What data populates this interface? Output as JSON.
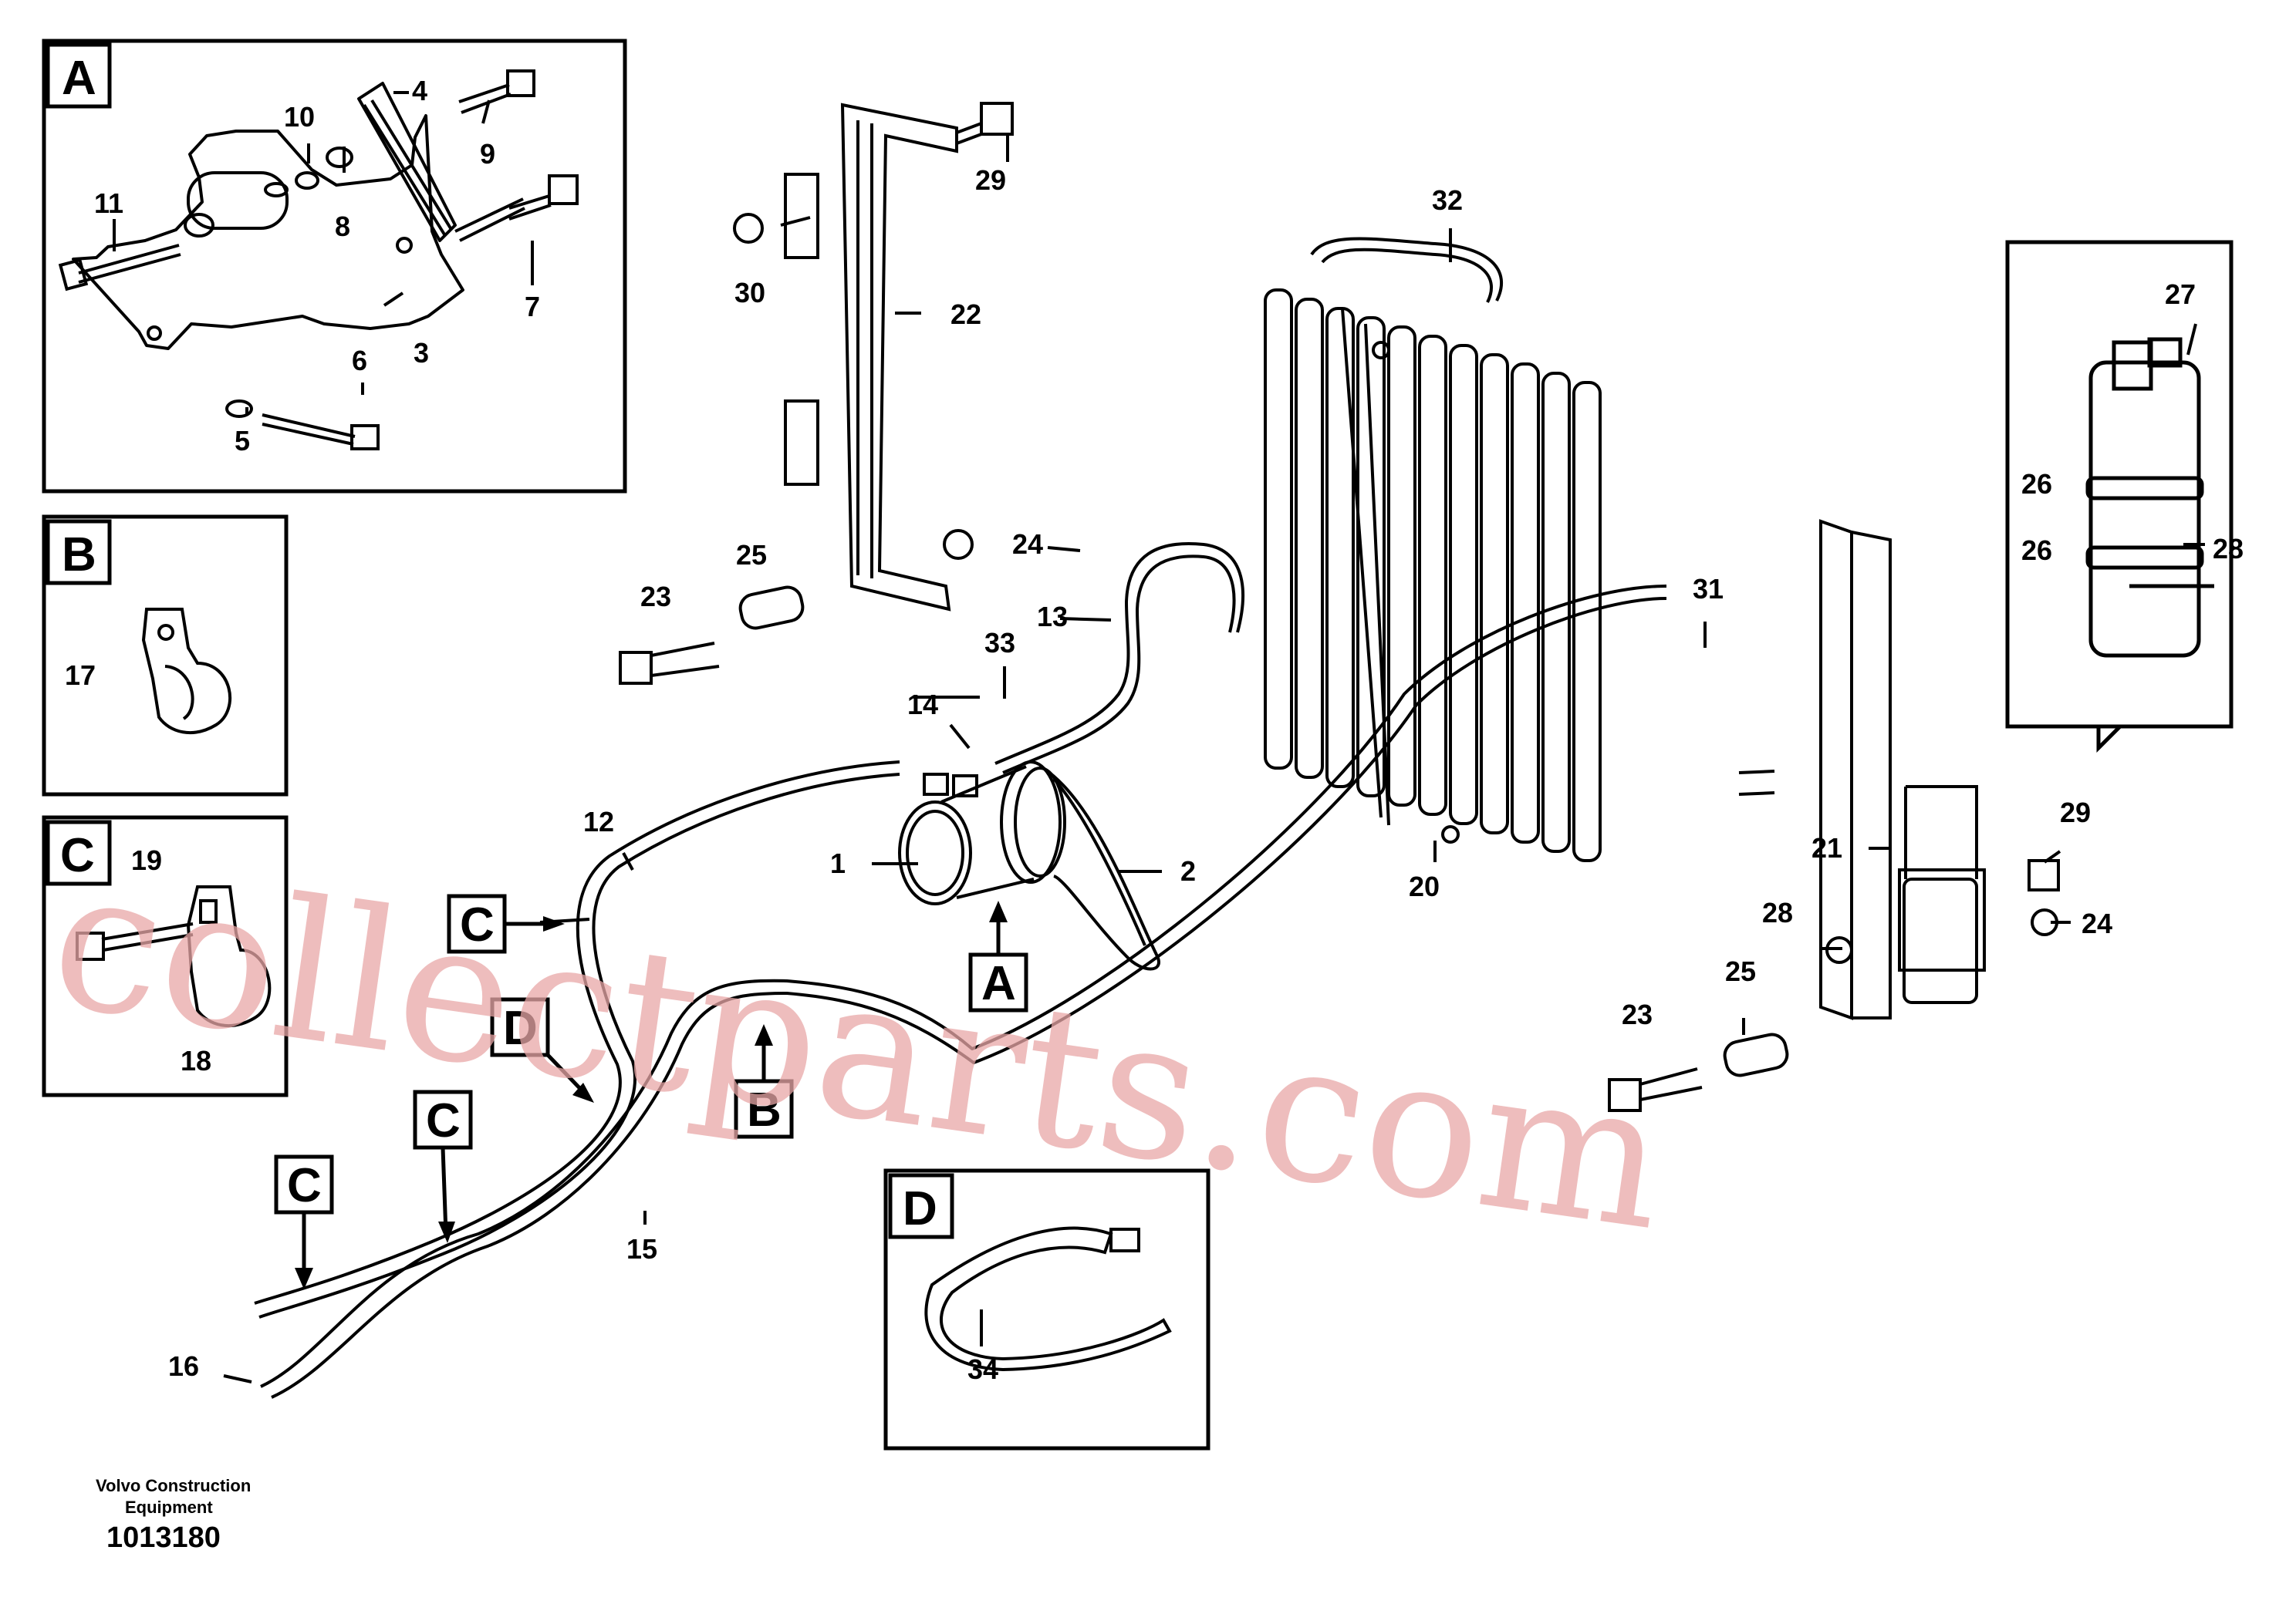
{
  "callouts": {
    "A": [
      "1",
      "2",
      "3",
      "4",
      "5",
      "6",
      "7",
      "8",
      "9",
      "10",
      "11"
    ],
    "main": [
      "12",
      "13",
      "14",
      "15",
      "16",
      "20",
      "21",
      "22",
      "23",
      "24",
      "25",
      "28",
      "29",
      "30",
      "31",
      "32",
      "33"
    ],
    "B": [
      "17"
    ],
    "C": [
      "18",
      "19"
    ],
    "D": [
      "34"
    ],
    "drier": [
      "26",
      "27",
      "28"
    ]
  },
  "labels": {
    "l1": "1",
    "l2": "2",
    "l3": "3",
    "l4": "4",
    "l5": "5",
    "l6": "6",
    "l7": "7",
    "l8": "8",
    "l9": "9",
    "l10": "10",
    "l11": "11",
    "l12": "12",
    "l13": "13",
    "l14": "14",
    "l15": "15",
    "l16": "16",
    "l17": "17",
    "l18": "18",
    "l19": "19",
    "l20": "20",
    "l21": "21",
    "l22": "22",
    "l23": "23",
    "l24": "24",
    "l25": "25",
    "l26": "26",
    "l27": "27",
    "l28": "28",
    "l29": "29",
    "l30": "30",
    "l31": "31",
    "l32": "32",
    "l33": "33",
    "l34": "34"
  },
  "detail_boxes": {
    "a": "A",
    "b": "B",
    "c": "C",
    "d": "D"
  },
  "flags": {
    "a": "A",
    "b": "B",
    "c": "C",
    "d": "D"
  },
  "watermark": "collectparts.com",
  "footer": {
    "company_line1": "Volvo Construction",
    "company_line2": "Equipment",
    "drawing_number": "1013180"
  },
  "colors": {
    "line": "#000000",
    "watermark": "#e8a7a7"
  }
}
